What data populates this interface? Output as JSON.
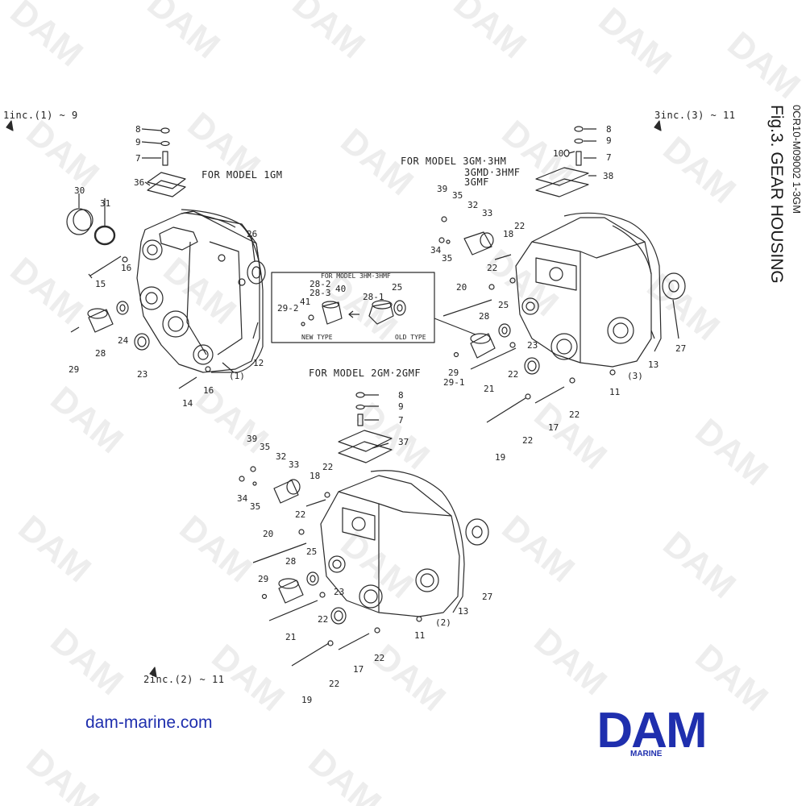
{
  "doc_code": "0CR10-M09002  1-3GM",
  "figure_title": "Fig.3.  GEAR HOUSING",
  "inc_labels": {
    "top_left": "1inc.(1) ~ 9",
    "top_right": "3inc.(3) ~ 11",
    "bottom": "2inc.(2) ~ 11"
  },
  "model_labels": {
    "m1": "FOR MODEL 1GM",
    "m3_line1": "FOR MODEL 3GM·3HM",
    "m3_line2": "3GMD·3HMF",
    "m3_line3": "3GMF",
    "m2": "FOR MODEL 2GM·2GMF"
  },
  "inset": {
    "title": "FOR MODEL 3HM·3HMF",
    "new_type": "NEW TYPE",
    "old_type": "OLD TYPE"
  },
  "part_numbers": {
    "a_8": "8",
    "a_9": "9",
    "a_7": "7",
    "a_36": "36",
    "a_30": "30",
    "a_31": "31",
    "a_26": "26",
    "a_16a": "16",
    "a_15": "15",
    "a_24": "24",
    "a_28": "28",
    "a_29": "29",
    "a_23": "23",
    "a_12": "12",
    "a_1": "(1)",
    "a_16b": "16",
    "a_14": "14",
    "i_28_2": "28-2",
    "i_28_3": "28-3",
    "i_40": "40",
    "i_41": "41",
    "i_29_2": "29-2",
    "i_28_1": "28-1",
    "i_25": "25",
    "c_8": "8",
    "c_9": "9",
    "c_10": "10",
    "c_7": "7",
    "c_38": "38",
    "c_39": "39",
    "c_35a": "35",
    "c_32": "32",
    "c_33": "33",
    "c_22a": "22",
    "c_18": "18",
    "c_34": "34",
    "c_35b": "35",
    "c_22b": "22",
    "c_20": "20",
    "c_25": "25",
    "c_28": "28",
    "c_23": "23",
    "c_22c": "22",
    "c_29": "29",
    "c_29_1": "29-1",
    "c_21": "21",
    "c_3": "(3)",
    "c_13": "13",
    "c_27": "27",
    "c_11": "11",
    "c_22d": "22",
    "c_17": "17",
    "c_22e": "22",
    "c_19": "19",
    "b_8": "8",
    "b_9": "9",
    "b_7": "7",
    "b_37": "37",
    "b_39": "39",
    "b_35a": "35",
    "b_32": "32",
    "b_33": "33",
    "b_22a": "22",
    "b_18": "18",
    "b_34": "34",
    "b_35b": "35",
    "b_22b": "22",
    "b_20": "20",
    "b_28": "28",
    "b_25": "25",
    "b_29": "29",
    "b_23": "23",
    "b_22c": "22",
    "b_21": "21",
    "b_27": "27",
    "b_13": "13",
    "b_2": "(2)",
    "b_11": "11",
    "b_17": "17",
    "b_22d": "22",
    "b_22e": "22",
    "b_19": "19"
  },
  "footer": {
    "url": "dam-marine.com",
    "logo_text": "DAM",
    "logo_sub": "MARINE"
  },
  "colors": {
    "brand_blue": "#1f2fae",
    "line": "#2a2a2a",
    "watermark": "#ececec"
  }
}
